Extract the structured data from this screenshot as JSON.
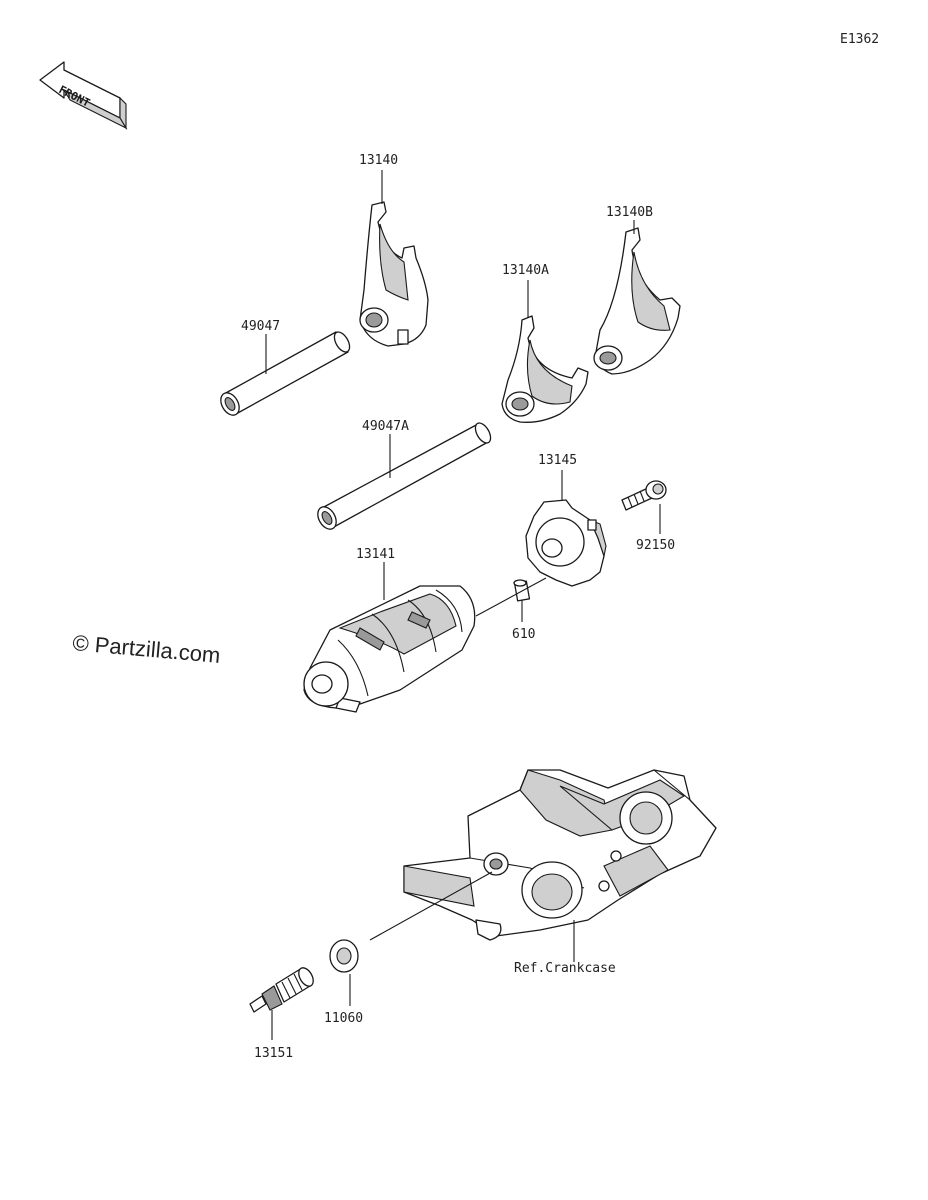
{
  "diagram_code": "E1362",
  "front_label": "FRONT",
  "watermark": "© Partzilla.com",
  "parts": {
    "fork_13140": "13140",
    "fork_13140A": "13140A",
    "fork_13140B": "13140B",
    "shaft_49047": "49047",
    "shaft_49047A": "49047A",
    "holder_13145": "13145",
    "bolt_92150": "92150",
    "drum_13141": "13141",
    "pin_610": "610",
    "crankcase": "Ref.Crankcase",
    "washer_11060": "11060",
    "switch_13151": "13151"
  }
}
